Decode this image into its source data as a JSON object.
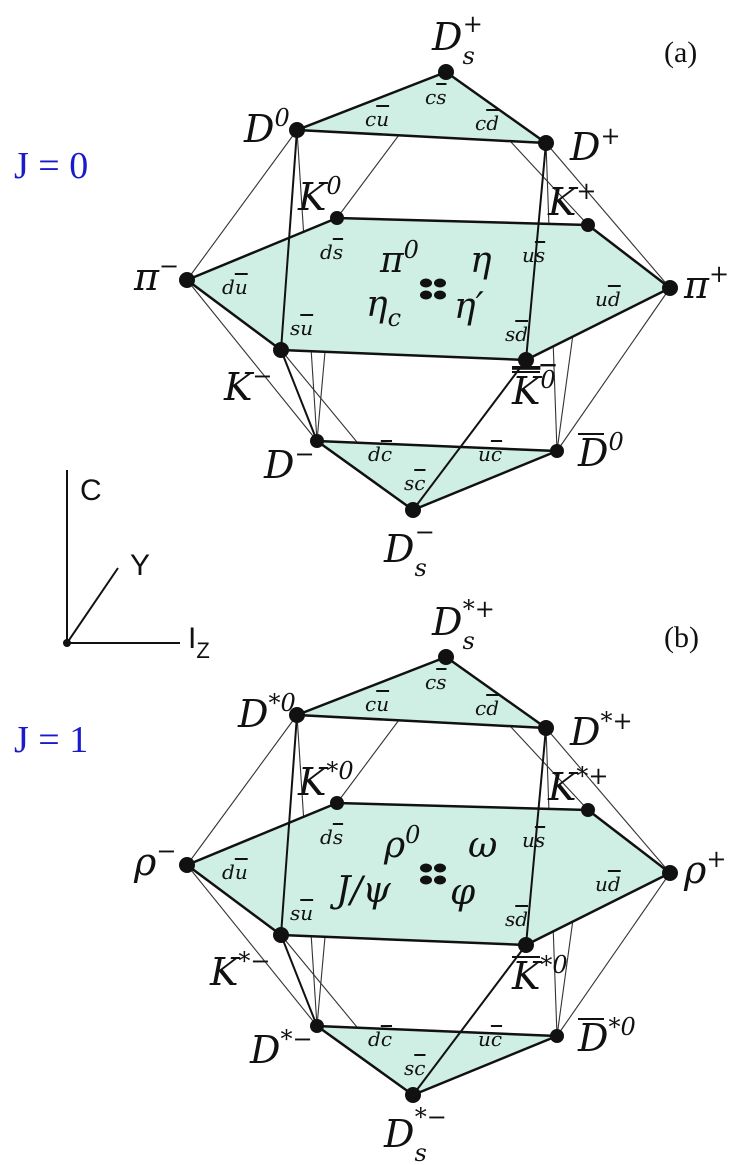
{
  "axes": {
    "c": "C",
    "y": "Y",
    "iz": "I",
    "iz_sub": "Z"
  },
  "panels": [
    {
      "tag": "(a)",
      "j_label": "J = 0",
      "nodes": {
        "top": {
          "base": "D",
          "sub": "s",
          "sup": "+"
        },
        "upper_left": {
          "base": "D",
          "sup": "0"
        },
        "upper_right": {
          "base": "D",
          "sup": "+"
        },
        "mid_back_left": {
          "base": "K",
          "sup": "0"
        },
        "mid_back_right": {
          "base": "K",
          "sup": "+"
        },
        "left": {
          "base": "π",
          "sup": "−"
        },
        "right": {
          "base": "π",
          "sup": "+"
        },
        "mid_front_left": {
          "base": "K",
          "sup": "−"
        },
        "mid_front_right": {
          "base": "K",
          "sup": "0",
          "bar": true
        },
        "lower_left": {
          "base": "D",
          "sup": "−"
        },
        "lower_right": {
          "base": "D",
          "sup": "0",
          "bar": true
        },
        "bottom": {
          "base": "D",
          "sub": "s",
          "sup": "−"
        }
      },
      "center": {
        "a": "π",
        "a_sup": "0",
        "b": "η",
        "c": "η",
        "c_sub": "c",
        "d": "η′"
      }
    },
    {
      "tag": "(b)",
      "j_label": "J = 1",
      "nodes": {
        "top": {
          "base": "D",
          "sub": "s",
          "sup": "*+"
        },
        "upper_left": {
          "base": "D",
          "sup": "*0"
        },
        "upper_right": {
          "base": "D",
          "sup": "*+"
        },
        "mid_back_left": {
          "base": "K",
          "sup": "*0"
        },
        "mid_back_right": {
          "base": "K",
          "sup": "*+"
        },
        "left": {
          "base": "ρ",
          "sup": "−"
        },
        "right": {
          "base": "ρ",
          "sup": "+"
        },
        "mid_front_left": {
          "base": "K",
          "sup": "*−"
        },
        "mid_front_right": {
          "base": "K",
          "sup": "*0",
          "bar": true
        },
        "lower_left": {
          "base": "D",
          "sup": "*−"
        },
        "lower_right": {
          "base": "D",
          "sup": "*0",
          "bar": true
        },
        "bottom": {
          "base": "D",
          "sub": "s",
          "sup": "*−"
        }
      },
      "center": {
        "a": "ρ",
        "a_sup": "0",
        "b": "ω",
        "c": "J/ψ",
        "c_sub": "",
        "d": "φ"
      }
    }
  ],
  "quarks": {
    "cs": {
      "q": "c",
      "qb": "s"
    },
    "cu": {
      "q": "c",
      "qb": "u"
    },
    "cd": {
      "q": "c",
      "qb": "d"
    },
    "ds": {
      "q": "d",
      "qb": "s"
    },
    "us": {
      "q": "u",
      "qb": "s"
    },
    "du": {
      "q": "d",
      "qb": "u"
    },
    "ud": {
      "q": "u",
      "qb": "d"
    },
    "su": {
      "q": "s",
      "qb": "u"
    },
    "sd": {
      "q": "s",
      "qb": "d"
    },
    "dc": {
      "q": "d",
      "qb": "c"
    },
    "uc": {
      "q": "u",
      "qb": "c"
    },
    "sc": {
      "q": "s",
      "qb": "c"
    }
  }
}
